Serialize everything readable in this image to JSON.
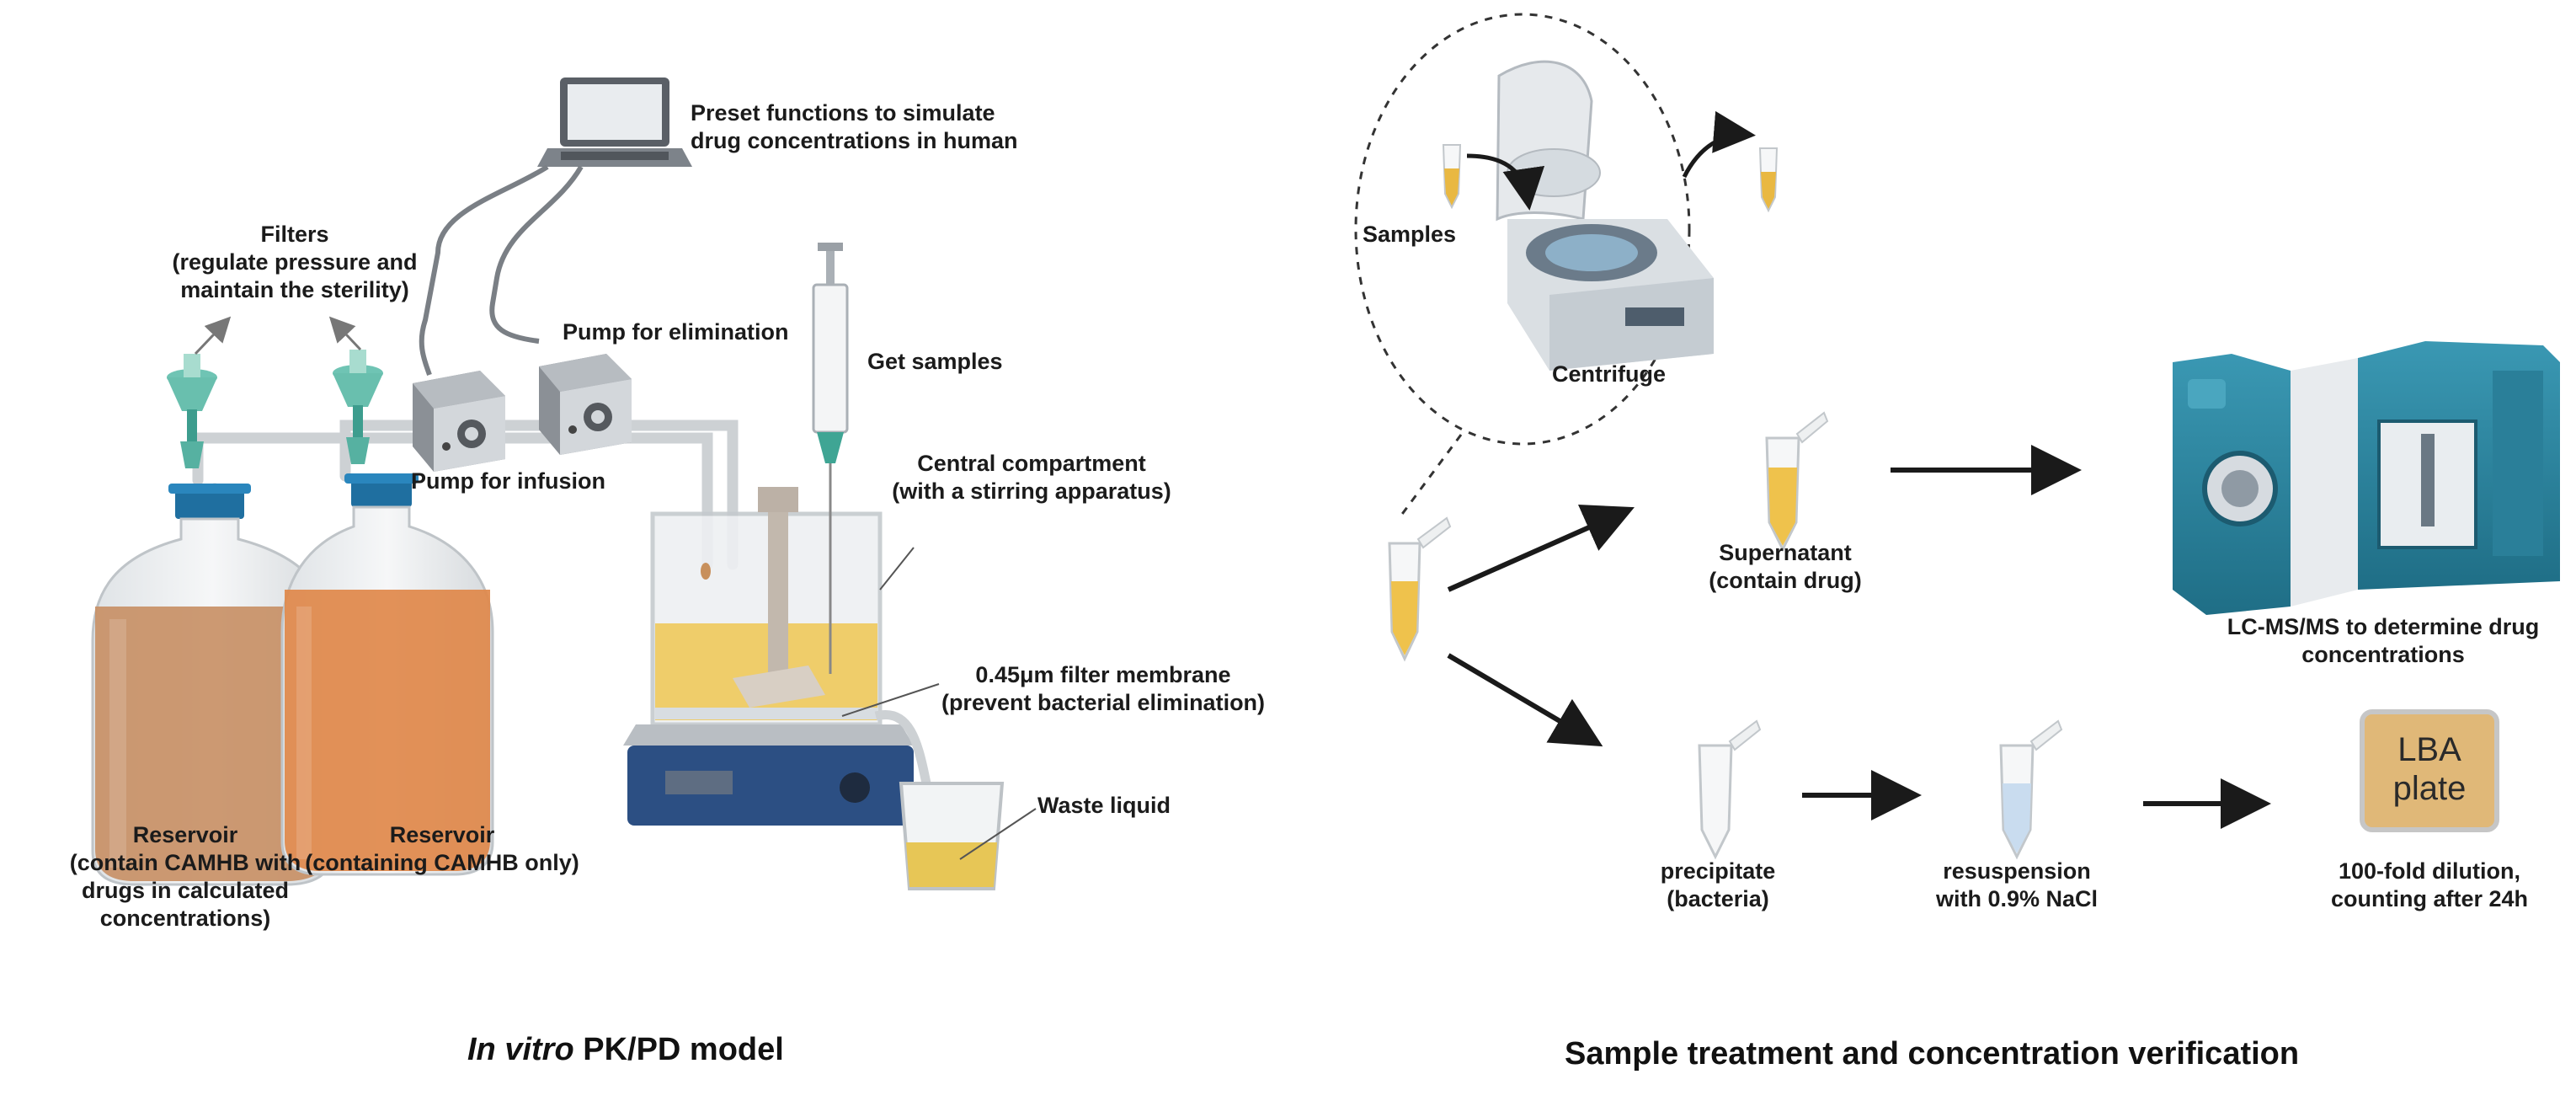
{
  "left": {
    "laptop_label": [
      "Preset functions to simulate",
      "drug concentrations in human"
    ],
    "filters_label": [
      "Filters",
      "(regulate pressure and",
      "maintain the sterility)"
    ],
    "pump_elimination": "Pump for elimination",
    "pump_infusion": "Pump for infusion",
    "get_samples": "Get samples",
    "central_label": [
      "Central compartment",
      "(with a stirring apparatus)"
    ],
    "filter_membrane_label": [
      "0.45μm filter membrane",
      "(prevent bacterial elimination)"
    ],
    "waste_label": "Waste liquid",
    "reservoir1_label": [
      "Reservoir",
      "(contain CAMHB with",
      "drugs in calculated",
      "concentrations)"
    ],
    "reservoir2_label": [
      "Reservoir",
      "(containing CAMHB only)"
    ],
    "title_italic": "In vitro",
    "title_rest": " PK/PD model"
  },
  "right": {
    "samples_label": "Samples",
    "centrifuge_label": "Centrifuge",
    "supernatant_label": [
      "Supernatant",
      "(contain drug)"
    ],
    "lcms_label": [
      "LC-MS/MS to determine drug",
      "concentrations"
    ],
    "precipitate_label": [
      "precipitate",
      "(bacteria)"
    ],
    "resuspension_label": [
      "resuspension",
      "with 0.9% NaCl"
    ],
    "plate_text": [
      "LBA",
      "plate"
    ],
    "dilution_label": [
      "100-fold dilution,",
      "counting after 24h"
    ],
    "title": "Sample treatment and concentration verification"
  },
  "colors": {
    "teal": "#2b7f92",
    "teal_light": "#67c3b0",
    "reservoir_brown": "#c89066",
    "reservoir_orange": "#e0884a",
    "medium_yellow": "#efcd6a",
    "plate": "#e0b878",
    "cap_blue": "#1f6fa0",
    "stirrer_navy": "#2c4f83"
  }
}
